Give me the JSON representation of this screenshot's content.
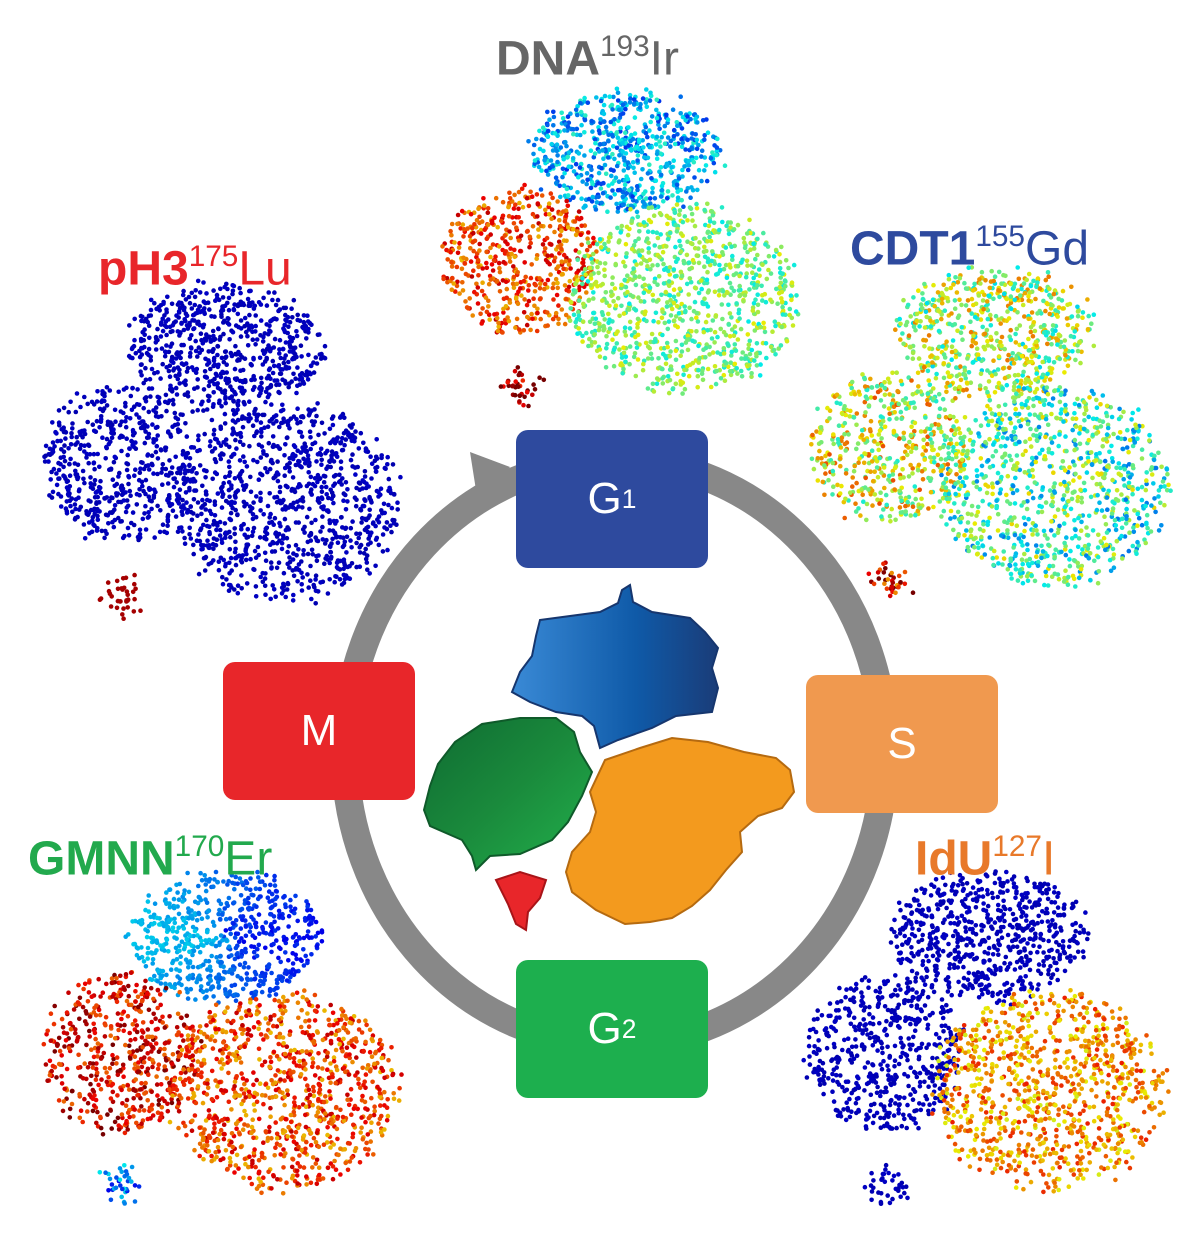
{
  "labels": {
    "dna": {
      "main": "DNA",
      "sup": "193",
      "elem": "Ir",
      "color": "#666666"
    },
    "ph3": {
      "main": "pH3",
      "sup": "175",
      "elem": "Lu",
      "color": "#e8262a"
    },
    "cdt1": {
      "main": "CDT1",
      "sup": "155",
      "elem": "Gd",
      "color": "#2e4a9e"
    },
    "gmnn": {
      "main": "GMNN",
      "sup": "170",
      "elem": "Er",
      "color": "#22a94d"
    },
    "idu": {
      "main": "IdU",
      "sup": "127",
      "elem": "I",
      "color": "#e8792a"
    }
  },
  "phases": {
    "g1": {
      "letter": "G",
      "sub": "1",
      "color": "#2e4a9e"
    },
    "s": {
      "letter": "S",
      "sub": "",
      "color": "#f0994f"
    },
    "g2": {
      "letter": "G",
      "sub": "2",
      "color": "#1daf4e"
    },
    "m": {
      "letter": "M",
      "sub": "",
      "color": "#e8262a"
    }
  },
  "cycle_arrow_color": "#888888",
  "center_clusters": {
    "g1": "#1f63ad",
    "s": "#f39a1e",
    "g2": "#1a8a3c",
    "m": "#e8262a"
  }
}
